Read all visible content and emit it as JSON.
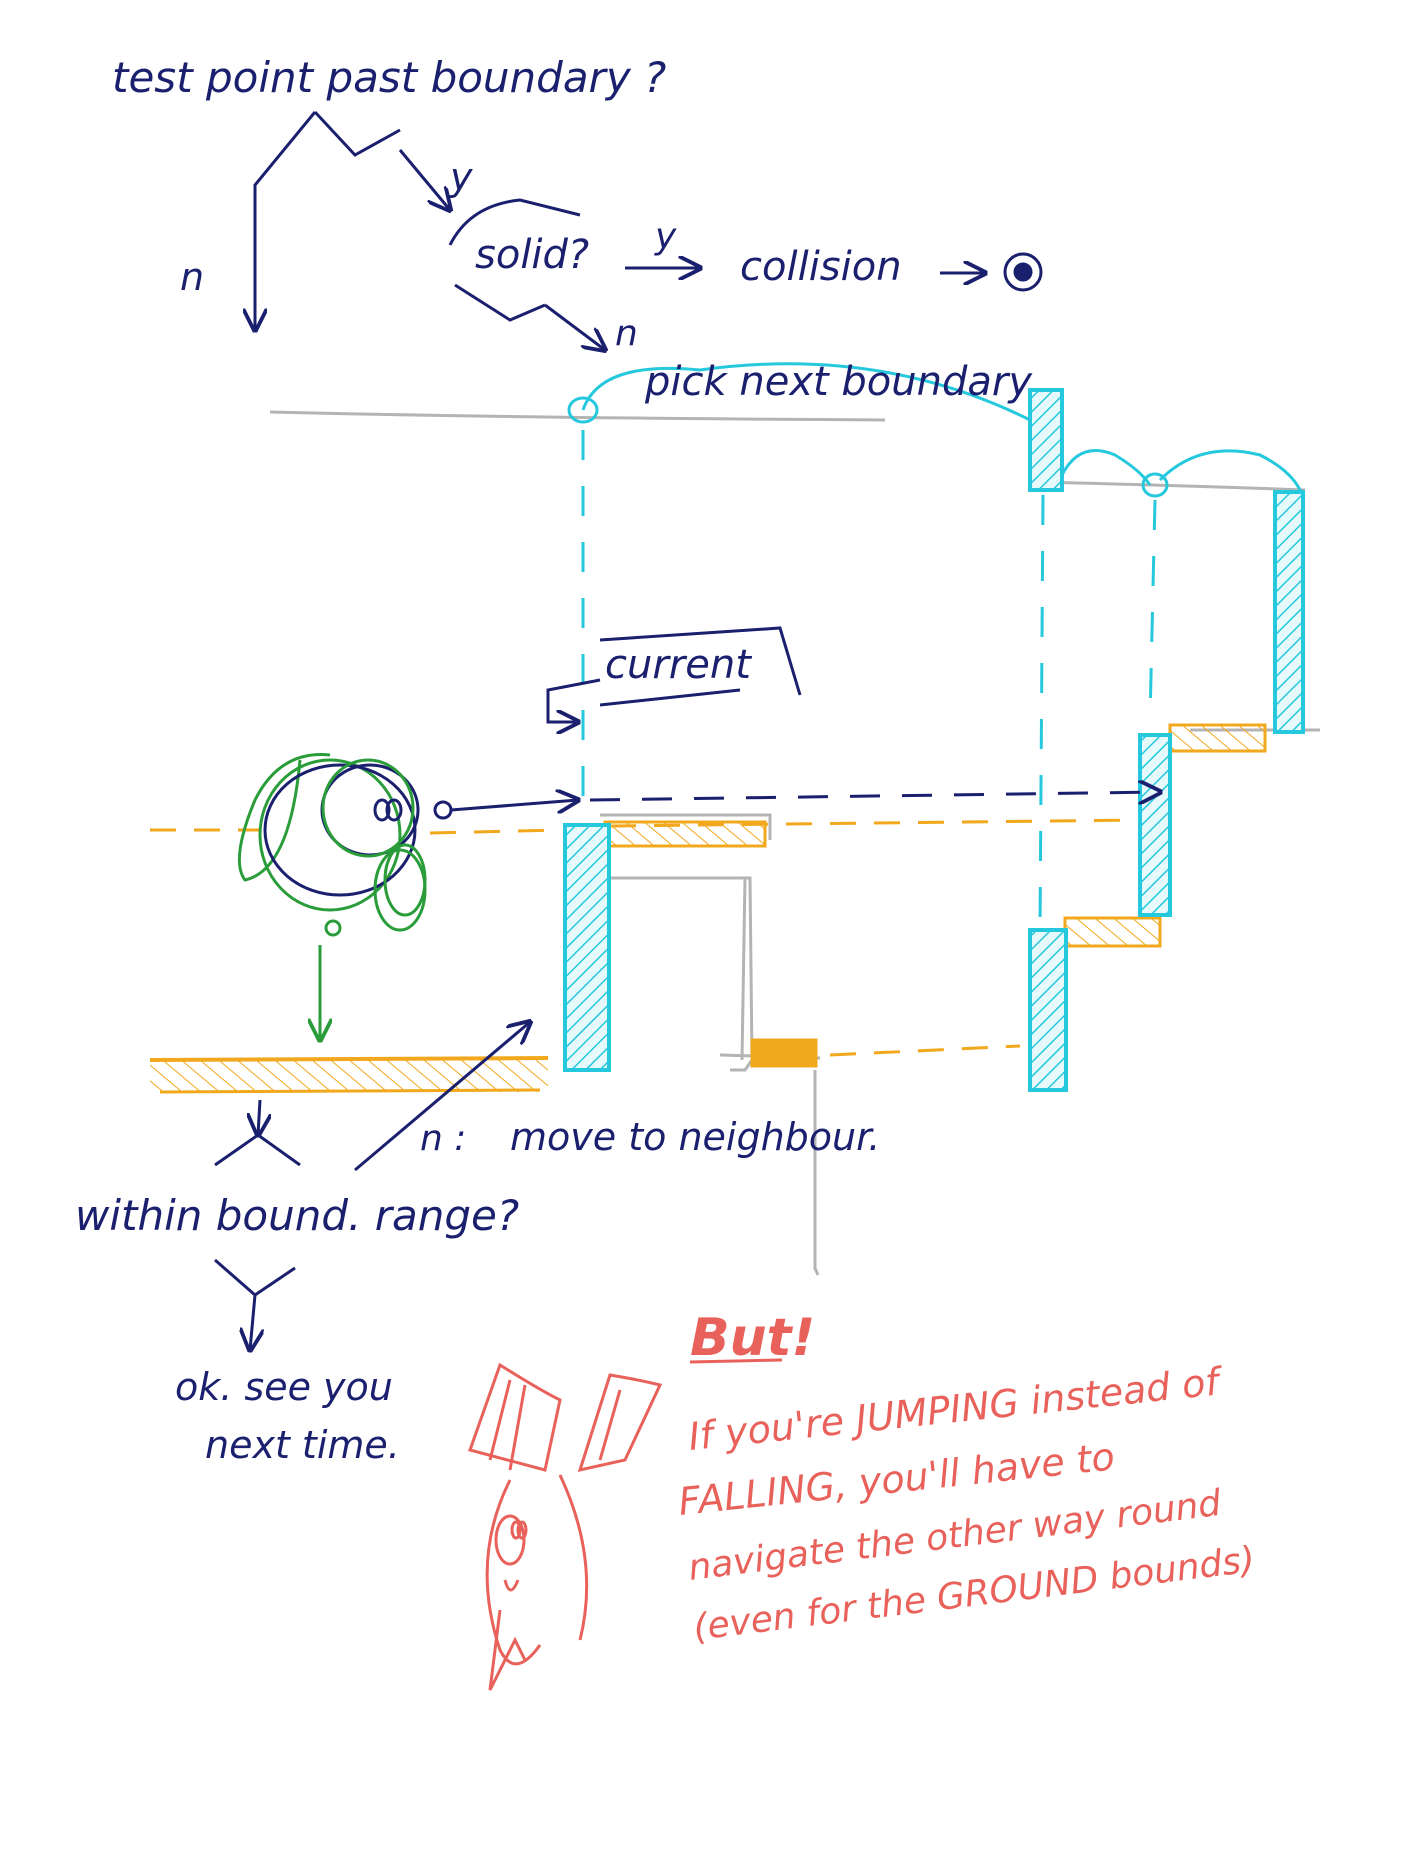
{
  "labels": {
    "question_boundary": "test point past boundary ?",
    "branch_yes_1": "y",
    "branch_no_1": "n",
    "question_solid": "solid?",
    "branch_yes_2": "y",
    "result_collision": "collision",
    "branch_no_2": "n",
    "action_pick_next": "pick next boundary",
    "label_current": "current",
    "branch_no_3": "n :",
    "action_move_neighbour": "move to neighbour.",
    "question_range": "within bound. range?",
    "result_ok_1": "ok. see you",
    "result_ok_2": "next time."
  },
  "note": {
    "heading": "But!",
    "lines": [
      "If you're JUMPING instead of",
      "FALLING, you'll have to",
      "navigate the other way round",
      "(even for the GROUND bounds)"
    ]
  },
  "colors": {
    "ink": "#1a1f6e",
    "wall": "#25c8dc",
    "floor": "#f2a81d",
    "character": "#2a9d3a",
    "grid": "#b4b4b4",
    "note": "#e8615a"
  },
  "icons": {
    "character": "blob-character-icon",
    "end_marker": "target-icon",
    "doodle": "bunny-doodle-icon"
  }
}
